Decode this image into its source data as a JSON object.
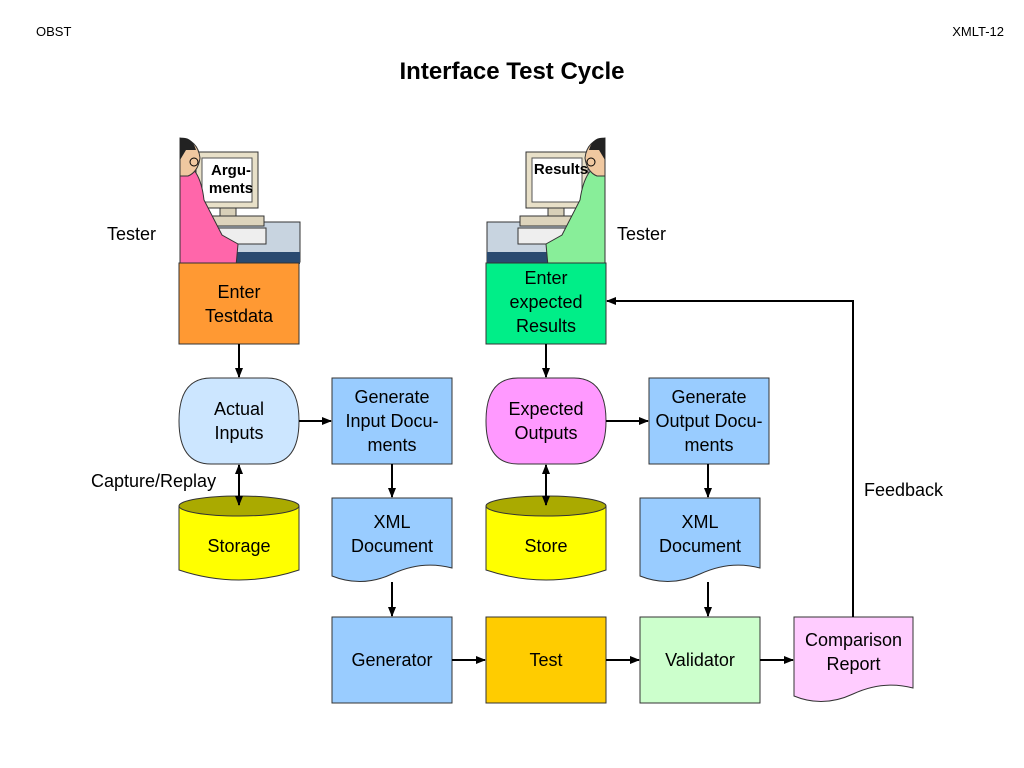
{
  "header": {
    "left": "OBST",
    "right": "XMLT-12"
  },
  "title": "Interface Test Cycle",
  "labels": {
    "tester_left": "Tester",
    "tester_right": "Tester",
    "capture_replay": "Capture/Replay",
    "feedback": "Feedback"
  },
  "screens": {
    "left": "Argu-\nments",
    "right": "Results"
  },
  "nodes": {
    "enter_testdata": "Enter\nTestdata",
    "enter_expected": "Enter\nexpected\nResults",
    "actual_inputs": "Actual\nInputs",
    "generate_input": "Generate\nInput Docu-\nments",
    "expected_outputs": "Expected\nOutputs",
    "generate_output": "Generate\nOutput Docu-\nments",
    "storage": "Storage",
    "xml_doc_left": "XML\nDocument",
    "store": "Store",
    "xml_doc_right": "XML\nDocument",
    "generator": "Generator",
    "test": "Test",
    "validator": "Validator",
    "comparison_report": "Comparison\nReport"
  },
  "colors": {
    "orange": "#ff9933",
    "green": "#00ee88",
    "light_blue": "#cce6ff",
    "blue": "#99ccff",
    "pink": "#ff99ff",
    "yellow": "#ffff00",
    "gold": "#ffcc00",
    "pale_green": "#ccffcc",
    "pale_pink": "#ffccff"
  }
}
